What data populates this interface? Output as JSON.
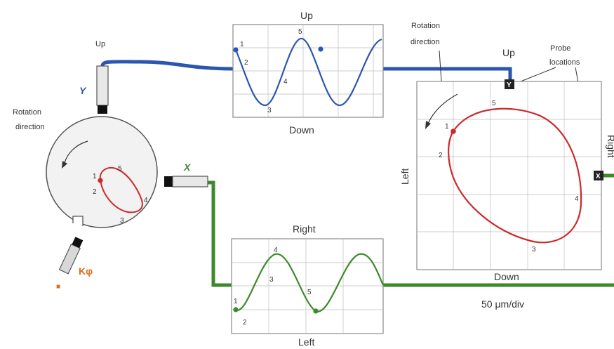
{
  "colors": {
    "y_signal": "#2a55b0",
    "x_signal": "#3d8a2a",
    "orbit": "#cc2a2a",
    "marker_x": "#e06a1a",
    "frame": "#8a8a8a"
  },
  "shaft": {
    "rotation_label_line1": "Rotation",
    "rotation_label_line2": "direction",
    "keyphasor_label": "Kφ",
    "probe_y_label": "Y",
    "probe_x_label": "X",
    "probe_y_direction": "Up",
    "orbit_points": [
      "1",
      "2",
      "3",
      "4",
      "5"
    ]
  },
  "y_scope": {
    "top_label": "Up",
    "bottom_label": "Down",
    "points": [
      "1",
      "2",
      "3",
      "4",
      "5"
    ]
  },
  "x_scope": {
    "top_label": "Right",
    "bottom_label": "Left",
    "points": [
      "1",
      "2",
      "3",
      "4",
      "5"
    ]
  },
  "orbit_scope": {
    "rotation_label_line1": "Rotation",
    "rotation_label_line2": "direction",
    "probe_label_line1": "Probe",
    "probe_label_line2": "locations",
    "up_label": "Up",
    "left_label": "Left",
    "right_label": "Right",
    "down_label": "Down",
    "probe_y": "Y",
    "probe_x": "X",
    "scale": "50 μm/div",
    "points": [
      "1",
      "2",
      "3",
      "4",
      "5"
    ]
  }
}
